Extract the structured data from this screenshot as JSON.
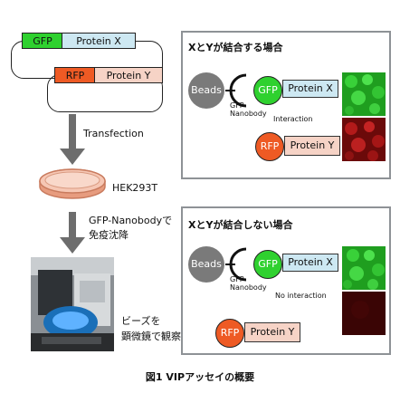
{
  "plasmids": {
    "first": {
      "tag": "GFP",
      "protein": "Protein X"
    },
    "second": {
      "tag": "RFP",
      "protein": "Protein Y"
    }
  },
  "left_flow": {
    "step1": "Transfection",
    "cell_line": "HEK293T",
    "step2_line1": "GFP-Nanobodyで",
    "step2_line2": "免疫沈降",
    "observe_line1": "ビーズを",
    "observe_line2": "顕微鏡で観察"
  },
  "panel_bind": {
    "title": "XとYが結合する場合",
    "beads": "Beads",
    "nanobody_l1": "GFP-",
    "nanobody_l2": "Nanobody",
    "gfp": "GFP",
    "protein_x": "Protein X",
    "interaction": "Interaction",
    "rfp": "RFP",
    "protein_y": "Protein Y"
  },
  "panel_nobind": {
    "title": "XとYが結合しない場合",
    "beads": "Beads",
    "nanobody_l1": "GFP-",
    "nanobody_l2": "Nanobody",
    "gfp": "GFP",
    "protein_x": "Protein X",
    "no_interaction": "No interaction",
    "rfp": "RFP",
    "protein_y": "Protein Y"
  },
  "caption": "図1 VIPアッセイの概要",
  "colors": {
    "gfp": "#2fd12f",
    "gfp_box": "#cde8f2",
    "rfp": "#ee5a24",
    "rfp_box": "#f6d3c6",
    "beads": "#7a7a7a",
    "panel_border": "#8e9296"
  }
}
